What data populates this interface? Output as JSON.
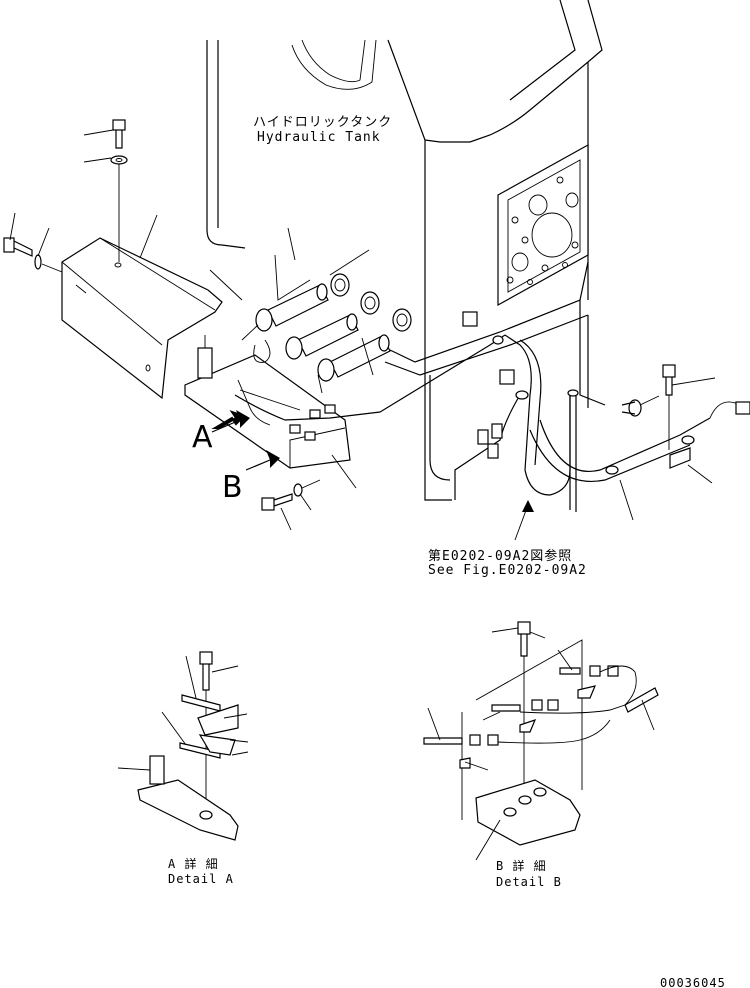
{
  "labels": {
    "tank_jp": "ハイドロリックタンク",
    "tank_en": "Hydraulic Tank",
    "ref_jp": "第E0202-09A2図参照",
    "ref_en": "See Fig.E0202-09A2",
    "view_a": "A",
    "view_b": "B",
    "detail_a_jp": "A 詳 細",
    "detail_a_en": "Detail A",
    "detail_b_jp": "B 詳 細",
    "detail_b_en": "Detail B",
    "drawing_number": "00036045"
  }
}
